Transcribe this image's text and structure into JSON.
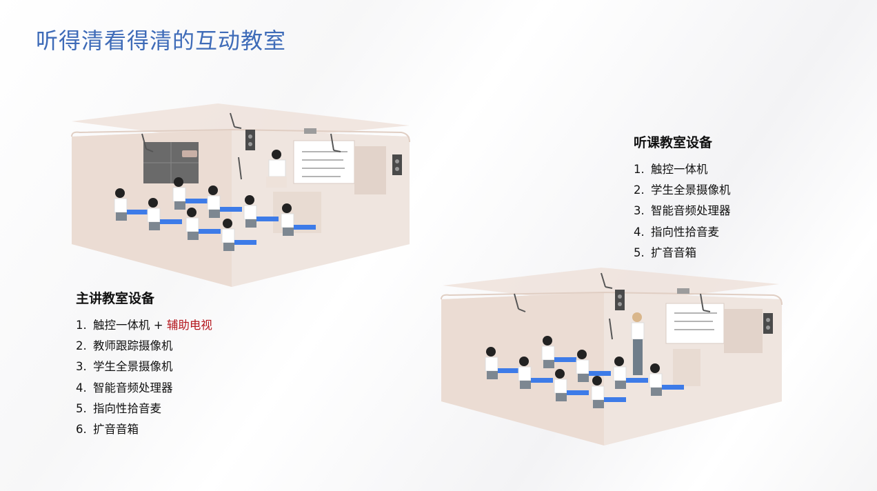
{
  "slide": {
    "title": "听得清看得清的互动教室"
  },
  "main_room": {
    "heading": "主讲教室设备",
    "items": [
      {
        "num": "1.",
        "text": "触控一体机",
        "extra": " + ",
        "highlight": "辅助电视"
      },
      {
        "num": "2.",
        "highlight": "教师跟踪摄像机"
      },
      {
        "num": "3.",
        "text": "学生全景摄像机"
      },
      {
        "num": "4.",
        "text": "智能音频处理器"
      },
      {
        "num": "5.",
        "text": "指向性拾音麦"
      },
      {
        "num": "6.",
        "text": "扩音音箱"
      }
    ]
  },
  "listen_room": {
    "heading": "听课教室设备",
    "items": [
      {
        "num": "1.",
        "text": "触控一体机"
      },
      {
        "num": "2.",
        "text": "学生全景摄像机"
      },
      {
        "num": "3.",
        "text": "智能音频处理器"
      },
      {
        "num": "4.",
        "text": "指向性拾音麦"
      },
      {
        "num": "5.",
        "text": "扩音音箱"
      }
    ]
  },
  "colors": {
    "title": "#3e6bb8",
    "highlight": "#b4161c",
    "desk": "#3d7be8",
    "room_wall": "#eddfd7",
    "room_floor": "#f1e6e0"
  }
}
